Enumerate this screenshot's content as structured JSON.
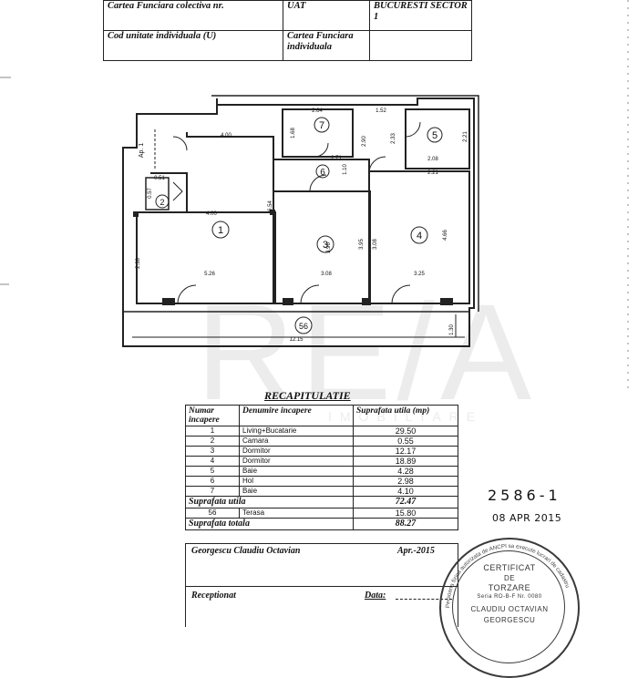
{
  "header": {
    "row1_label": "Cartea Funciara colectiva nr.",
    "row1_mid": "UAT",
    "row1_value": "BUCURESTI SECTOR 1",
    "row2_label": "Cod unitate individuala (U)",
    "row2_mid": "Cartea Funciara individuala"
  },
  "plan": {
    "rooms": [
      "1",
      "2",
      "3",
      "4",
      "5",
      "6",
      "7",
      "56"
    ],
    "entry_label": "Ap. 1",
    "dims": {
      "d400a": "4.00",
      "d400b": "4.00",
      "d264": "2.64",
      "d152": "1.52",
      "d168": "1.68",
      "d271": "2.71",
      "d110": "1.10",
      "d290": "2.90",
      "d233": "2.33",
      "d208": "2.08",
      "d221a": "2.21",
      "d221b": "2.21",
      "d051": "0.51",
      "d057": "0.57",
      "d654": "6.54",
      "d396": "3.96",
      "d395": "3.95",
      "d466": "4.66",
      "d308v": "3.08",
      "d526": "5.26",
      "d308": "3.08",
      "d325": "3.25",
      "d238": "2.38",
      "d1215": "12.15",
      "d130": "1.30"
    }
  },
  "recap": {
    "title": "RECAPITULATIE",
    "headers": {
      "numar": "Numar incapere",
      "denumire": "Denumire incapere",
      "suprafata": "Suprafata utila (mp)"
    },
    "rows": [
      {
        "nr": "1",
        "name": "Living+Bucatarie",
        "area": "29.50"
      },
      {
        "nr": "2",
        "name": "Camara",
        "area": "0.55"
      },
      {
        "nr": "3",
        "name": "Dormitor",
        "area": "12.17"
      },
      {
        "nr": "4",
        "name": "Dormitor",
        "area": "18.89"
      },
      {
        "nr": "5",
        "name": "Baie",
        "area": "4.28"
      },
      {
        "nr": "6",
        "name": "Hol",
        "area": "2.98"
      },
      {
        "nr": "7",
        "name": "Baie",
        "area": "4.10"
      }
    ],
    "util_label": "Suprafata utila",
    "util_value": "72.47",
    "terasa_nr": "56",
    "terasa_name": "Terasa",
    "terasa_value": "15.80",
    "total_label": "Suprafata totala",
    "total_value": "88.27"
  },
  "signature": {
    "author": "Georgescu Claudiu Octavian",
    "date": "Apr.-2015",
    "receptionat": "Receptionat",
    "data_label": "Data:"
  },
  "handwritten": {
    "number": "2586-1",
    "date": "08 APR 2015"
  },
  "stamp": {
    "line1": "CERTIFICAT",
    "line2": "DE",
    "line3": "TORZARE",
    "line4": "Seria RO-B-F Nr. 0080",
    "line5": "CLAUDIU OCTAVIAN",
    "line6": "GEORGESCU",
    "ring": "Persoana fizica autorizata de ANCPI sa execute lucrari de cadastru"
  },
  "watermark": {
    "logo": "RE/A",
    "sub": "IMOBILIARE"
  }
}
